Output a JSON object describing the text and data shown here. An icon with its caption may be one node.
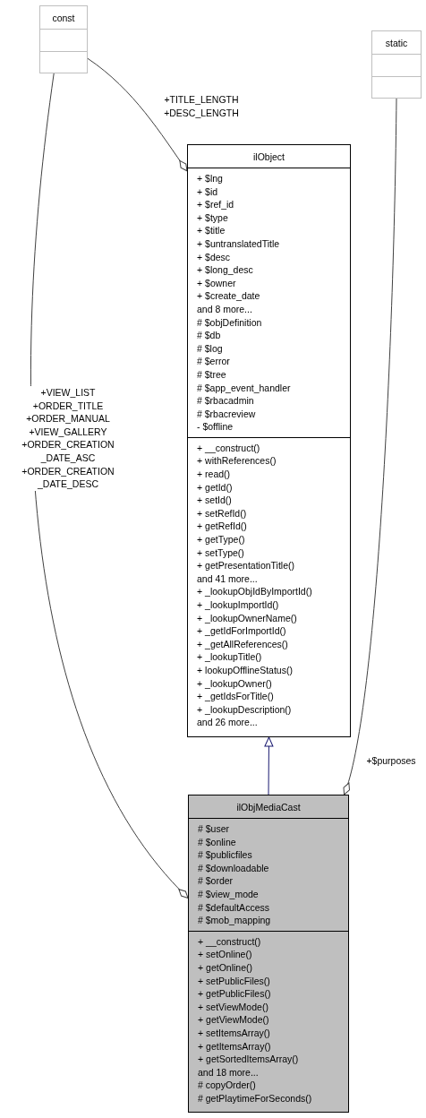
{
  "diagram": {
    "nodes": [
      {
        "text": [
          "const"
        ]
      },
      {
        "text": [
          "ilObject",
          "+ $lng",
          "+ $id",
          "+ $ref_id",
          "+ $type",
          "+ $title",
          "+ $untranslatedTitle",
          "+ $desc",
          "+ $long_desc",
          "+ $owner",
          "+ $create_date",
          "and 8 more...",
          "# $objDefinition",
          "# $db",
          "# $log",
          "# $error",
          "# $tree",
          "# $app_event_handler",
          "# $rbacadmin",
          "# $rbacreview",
          "- $offline",
          "+ __construct()",
          "+ withReferences()",
          "+ read()",
          "+ getId()",
          "+ setId()",
          "+ setRefId()",
          "+ getRefId()",
          "+ getType()",
          "+ setType()",
          "+ getPresentationTitle()",
          "and 41 more...",
          "+ _lookupObjIdByImportId()",
          "+ _lookupImportId()",
          "+ _lookupOwnerName()",
          "+ _getIdForImportId()",
          "+ _getAllReferences()",
          "+ _lookupTitle()",
          "+ lookupOfflineStatus()",
          "+ _lookupOwner()",
          "+ _getIdsForTitle()",
          "+ _lookupDescription()",
          "and 26 more..."
        ]
      },
      {
        "text": [
          "static"
        ]
      },
      {
        "text": [
          "ilObjMediaCast",
          "# $user",
          "# $online",
          "# $publicfiles",
          "# $downloadable",
          "# $order",
          "# $view_mode",
          "# $defaultAccess",
          "# $mob_mapping",
          "+ __construct()",
          "+ setOnline()",
          "+ getOnline()",
          "+ setPublicFiles()",
          "+ getPublicFiles()",
          "+ setViewMode()",
          "+ getViewMode()",
          "+ setItemsArray()",
          "+ getItemsArray()",
          "+ getSortedItemsArray()",
          "and 18 more...",
          "# copyOrder()",
          "# getPlaytimeForSeconds()"
        ]
      }
    ],
    "edges": [
      {
        "from": 0,
        "to": 1,
        "arrow": "other",
        "label": "+TITLE_LENGTH +DESC_LENGTH"
      },
      {
        "from": 0,
        "to": 3,
        "arrow": "other",
        "label": "+VIEW_LIST +ORDER_TITLE +ORDER_MANUAL +VIEW_GALLERY +ORDER_CREATION _DATE_ASC +ORDER_CREATION _DATE_DESC"
      },
      {
        "from": 3,
        "to": 1,
        "arrow": "to",
        "color": "#191970"
      },
      {
        "from": 2,
        "to": 3,
        "arrow": "other",
        "label": "+$purposes"
      }
    ]
  }
}
